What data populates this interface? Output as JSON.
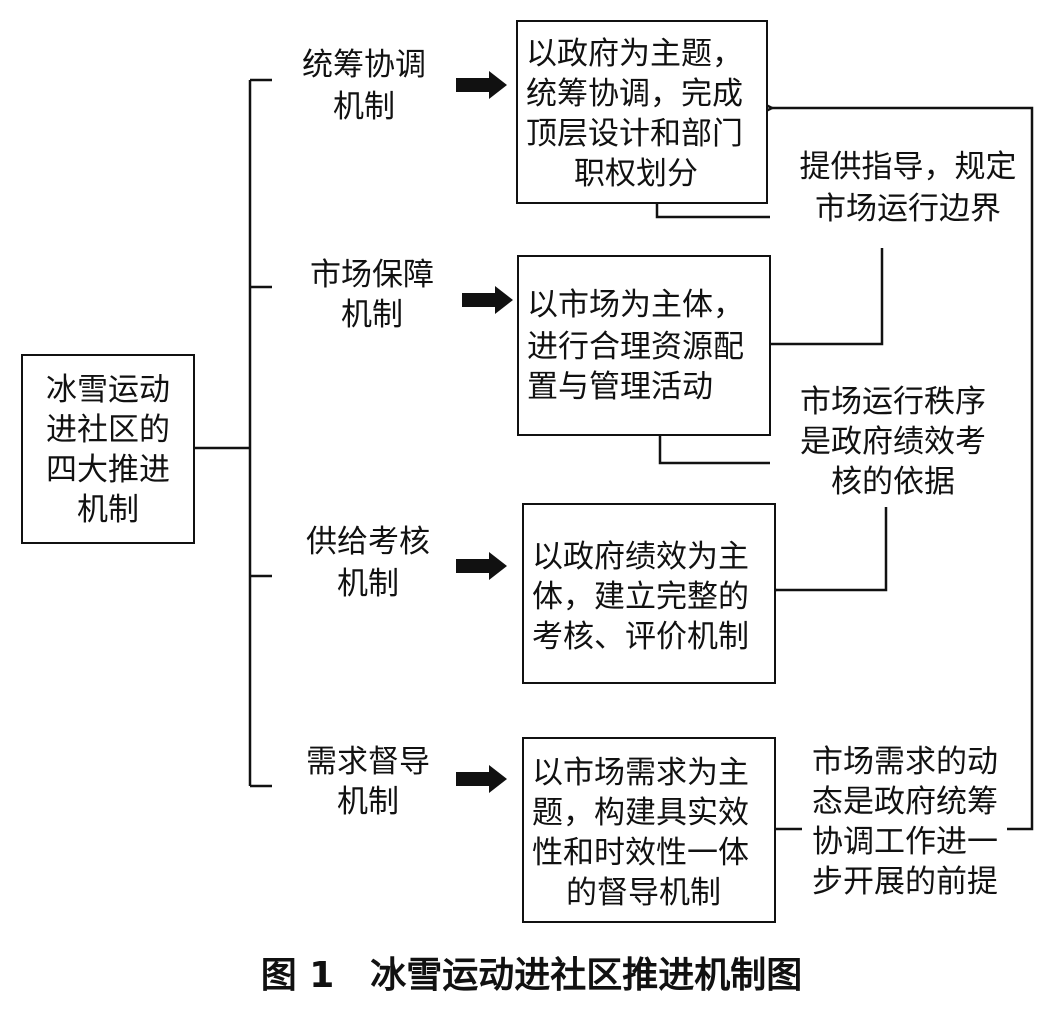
{
  "root": {
    "lines": [
      "冰雪运动",
      "进社区的",
      "四大推进",
      "机制"
    ]
  },
  "mechanisms": [
    {
      "name": [
        "统筹协调",
        "机制"
      ],
      "desc": [
        "以政府为主题，",
        "统筹协调，完成",
        "顶层设计和部门",
        "职权划分"
      ]
    },
    {
      "name": [
        "市场保障",
        "机制"
      ],
      "desc": [
        "以市场为主体，",
        "进行合理资源配",
        "置与管理活动"
      ]
    },
    {
      "name": [
        "供给考核",
        "机制"
      ],
      "desc": [
        "以政府绩效为主",
        "体，建立完整的",
        "考核、评价机制"
      ]
    },
    {
      "name": [
        "需求督导",
        "机制"
      ],
      "desc": [
        "以市场需求为主",
        "题，构建具实效",
        "性和时效性一体",
        "的督导机制"
      ]
    }
  ],
  "notes": [
    {
      "lines": [
        "提供指导，规定",
        "市场运行边界"
      ]
    },
    {
      "lines": [
        "市场运行秩序",
        "是政府绩效考",
        "核的依据"
      ]
    },
    {
      "lines": [
        "市场需求的动",
        "态是政府统筹",
        "协调工作进一",
        "步开展的前提"
      ]
    }
  ],
  "caption": {
    "fig": "图 1",
    "title": "冰雪运动进社区推进机制图"
  }
}
